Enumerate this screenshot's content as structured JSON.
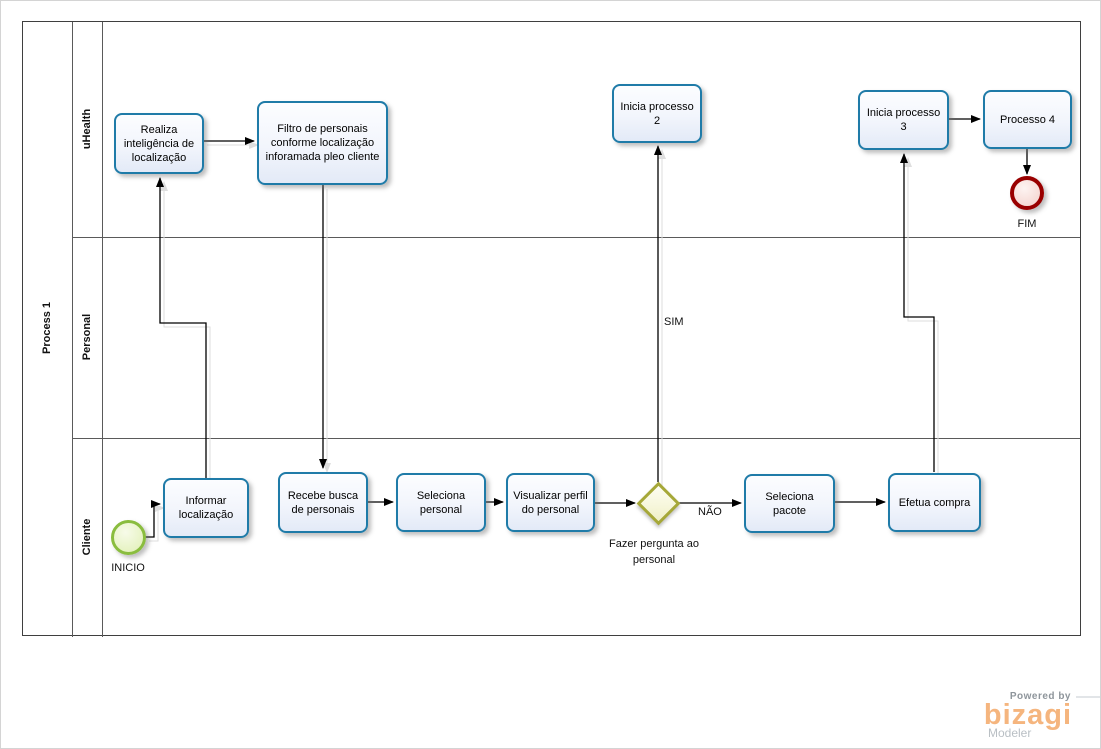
{
  "pool": {
    "label": "Process 1",
    "lanes": [
      {
        "label": "uHealth"
      },
      {
        "label": "Personal"
      },
      {
        "label": "Cliente"
      }
    ]
  },
  "nodes": {
    "realiza": {
      "label": "Realiza inteligência de localização"
    },
    "filtro": {
      "label": "Filtro  de personais conforme localização inforamada pleo cliente"
    },
    "inicia2": {
      "label": "Inicia processo 2"
    },
    "inicia3": {
      "label": "Inicia processo 3"
    },
    "processo4": {
      "label": "Processo 4"
    },
    "informar": {
      "label": "Informar localização"
    },
    "recebe": {
      "label": "Recebe busca de personais"
    },
    "seleciona_personal": {
      "label": "Seleciona personal"
    },
    "visualizar": {
      "label": "Visualizar perfil do personal"
    },
    "seleciona_pacote": {
      "label": "Seleciona pacote"
    },
    "efetua": {
      "label": "Efetua compra"
    }
  },
  "events": {
    "start": {
      "label": "INICIO"
    },
    "end": {
      "label": "FIM"
    }
  },
  "gateway": {
    "label": "Fazer pergunta ao personal"
  },
  "edge_labels": {
    "sim": "SIM",
    "nao": "NÃO"
  },
  "branding": {
    "powered_by": "Powered by",
    "name": "bizagi",
    "product": "Modeler"
  },
  "colors": {
    "task_border": "#1f7ba8",
    "start_border": "#8abd3f",
    "end_border": "#990000",
    "gateway_border": "#a6a838",
    "brand_orange": "#f5b57e"
  }
}
